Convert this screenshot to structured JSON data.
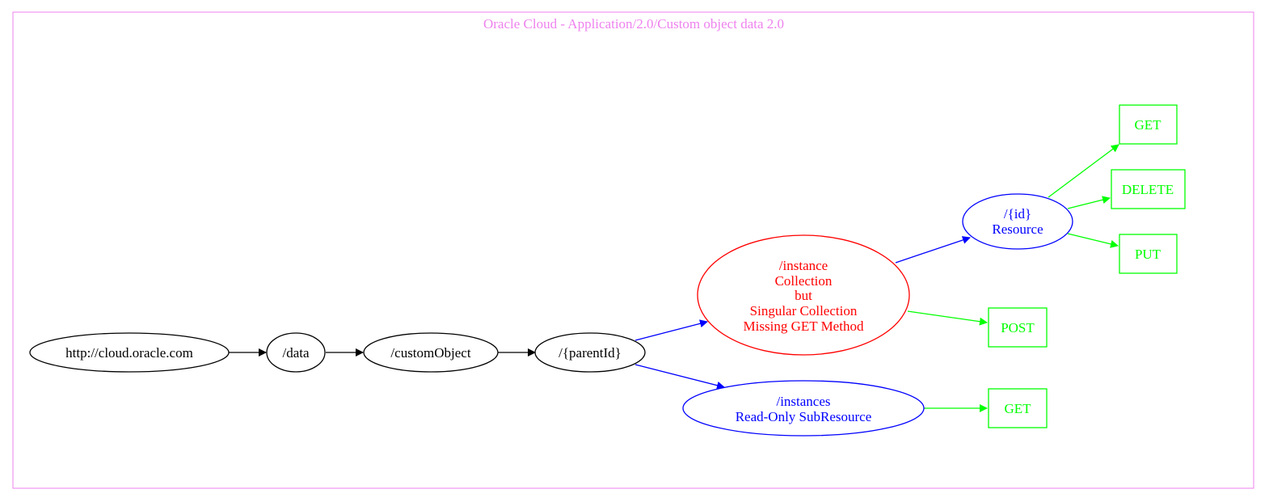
{
  "title": "Oracle Cloud - Application/2.0/Custom object data 2.0",
  "colors": {
    "frame": "#ee82ee",
    "default": "#000000",
    "collection_issue": "#ff0000",
    "resource": "#0000ff",
    "method": "#00ff00"
  },
  "nodes": {
    "root": {
      "line1": "http://cloud.oracle.com"
    },
    "data": {
      "line1": "/data"
    },
    "customObject": {
      "line1": "/customObject"
    },
    "parentId": {
      "line1": "/{parentId}"
    },
    "instance": {
      "line1": "/instance",
      "line2": "Collection",
      "line3": "but",
      "line4": "Singular Collection",
      "line5": "Missing GET Method"
    },
    "instances": {
      "line1": "/instances",
      "line2": "Read-Only SubResource"
    },
    "id": {
      "line1": "/{id}",
      "line2": "Resource"
    },
    "get_id": {
      "line1": "GET"
    },
    "delete_id": {
      "line1": "DELETE"
    },
    "put_id": {
      "line1": "PUT"
    },
    "post_instance": {
      "line1": "POST"
    },
    "get_instances": {
      "line1": "GET"
    }
  },
  "edges": [
    {
      "from": "root",
      "to": "data"
    },
    {
      "from": "data",
      "to": "customObject"
    },
    {
      "from": "customObject",
      "to": "parentId"
    },
    {
      "from": "parentId",
      "to": "instance"
    },
    {
      "from": "parentId",
      "to": "instances"
    },
    {
      "from": "instance",
      "to": "id"
    },
    {
      "from": "instance",
      "to": "post_instance"
    },
    {
      "from": "id",
      "to": "get_id"
    },
    {
      "from": "id",
      "to": "delete_id"
    },
    {
      "from": "id",
      "to": "put_id"
    },
    {
      "from": "instances",
      "to": "get_instances"
    }
  ]
}
